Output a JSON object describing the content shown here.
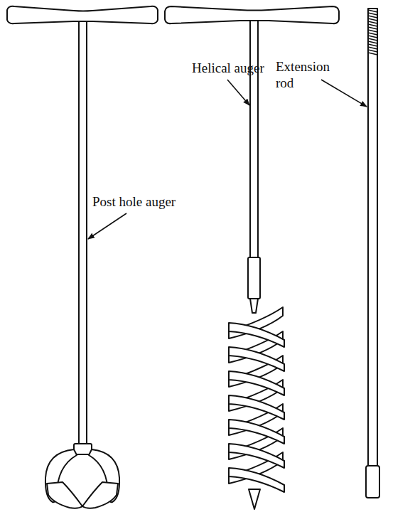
{
  "diagram": {
    "labels": [
      "Helical auger",
      "Extension rod",
      "Post hole auger"
    ]
  }
}
